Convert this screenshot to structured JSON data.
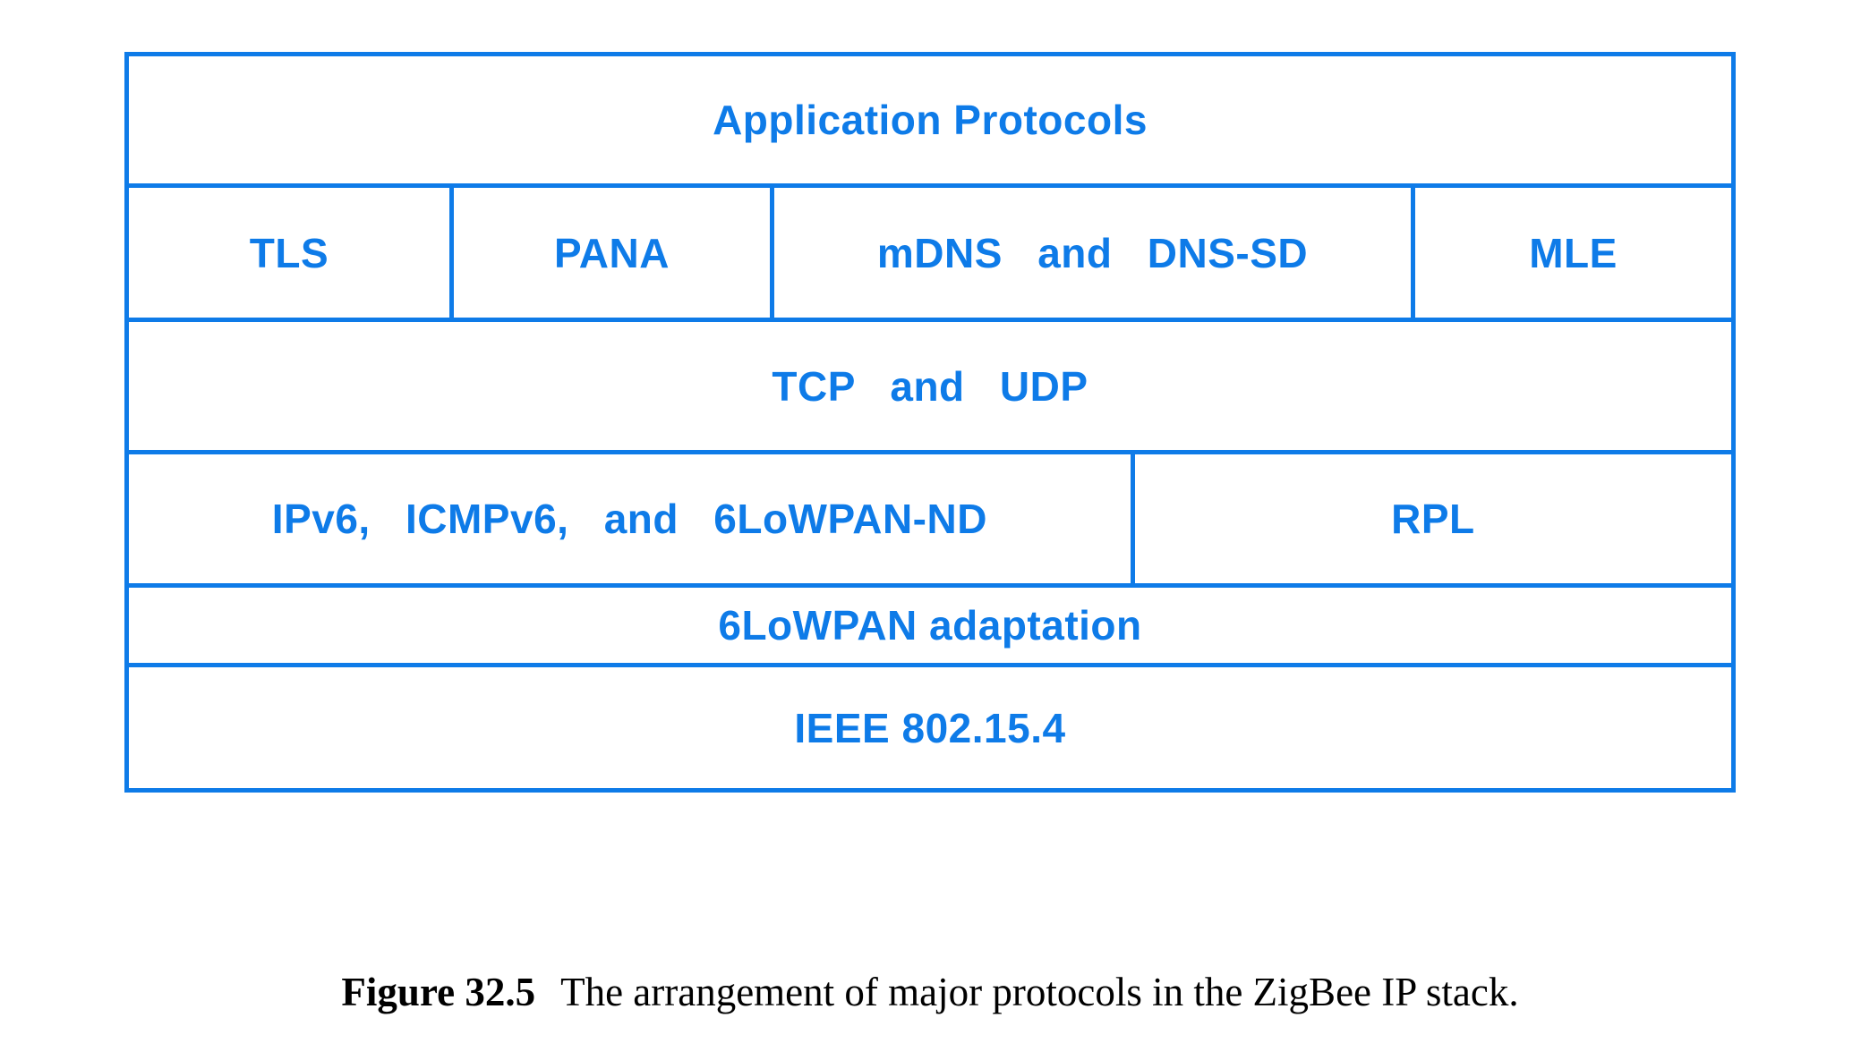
{
  "figure": {
    "caption_label": "Figure 32.5",
    "caption_text": "The arrangement of major protocols in the ZigBee IP stack."
  },
  "colors": {
    "accent": "#0E7BE8",
    "caption": "#000000",
    "background": "#FFFFFF"
  },
  "stack": {
    "description": "ZigBee IP protocol stack diagram",
    "rows": [
      {
        "cells": [
          {
            "label": "Application Protocols"
          }
        ]
      },
      {
        "cells": [
          {
            "label": "TLS"
          },
          {
            "label": "PANA"
          },
          {
            "label": "mDNS and DNS-SD"
          },
          {
            "label": "MLE"
          }
        ]
      },
      {
        "cells": [
          {
            "label": "TCP and UDP"
          }
        ]
      },
      {
        "cells": [
          {
            "label": "IPv6, ICMPv6, and 6LoWPAN-ND"
          },
          {
            "label": "RPL"
          }
        ]
      },
      {
        "cells": [
          {
            "label": "6LoWPAN adaptation"
          }
        ]
      },
      {
        "cells": [
          {
            "label": "IEEE 802.15.4"
          }
        ]
      }
    ]
  }
}
